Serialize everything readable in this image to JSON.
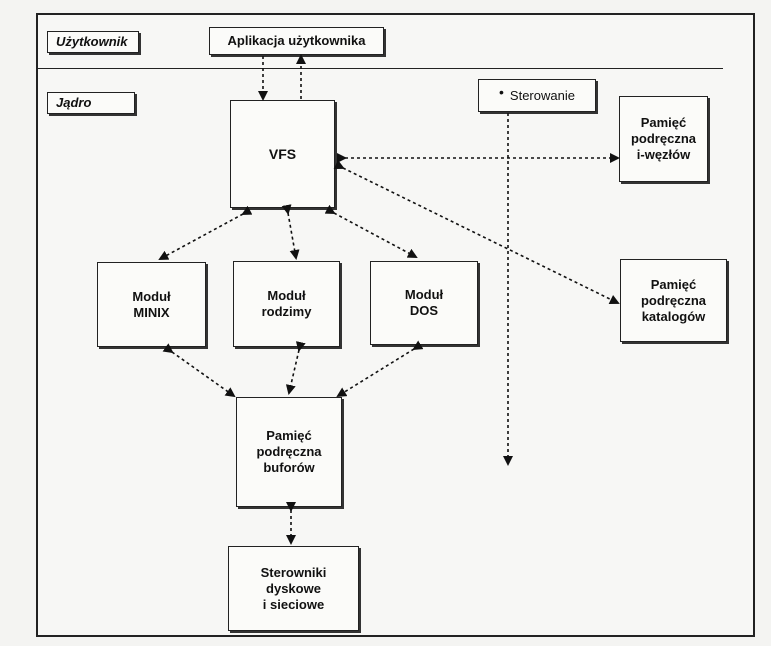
{
  "regions": {
    "user": "Użytkownik",
    "kernel": "Jądro"
  },
  "nodes": {
    "app": "Aplikacja użytkownika",
    "control": "Sterowanie",
    "vfs": "VFS",
    "inode_cache": "Pamięć\npodręczna\ni-węzłów",
    "dir_cache": "Pamięć\npodręczna\nkatalogów",
    "minix": "Moduł\nMINIX",
    "native": "Moduł\nrodzimy",
    "dos": "Moduł\nDOS",
    "buffer_cache": "Pamięć\npodręczna\nbuforów",
    "drivers": "Sterowniki\ndyskowe\ni sieciowe"
  }
}
